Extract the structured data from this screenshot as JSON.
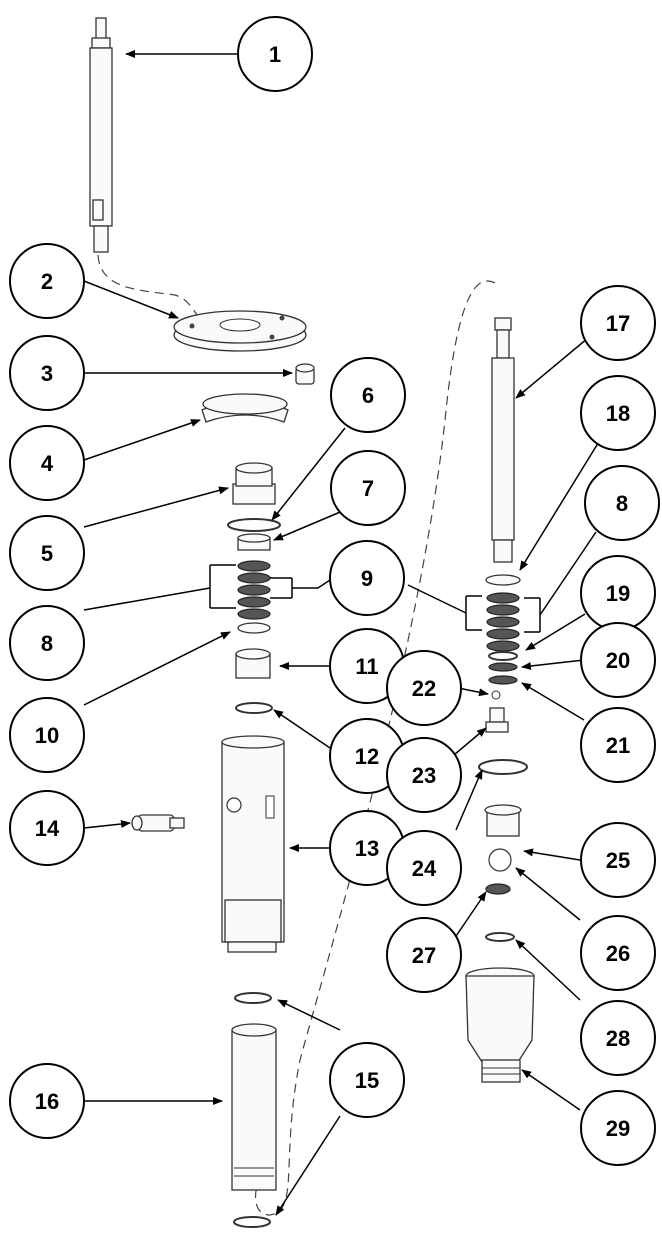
{
  "callouts": [
    {
      "id": "c1",
      "label": "1"
    },
    {
      "id": "c2",
      "label": "2"
    },
    {
      "id": "c3",
      "label": "3"
    },
    {
      "id": "c4",
      "label": "4"
    },
    {
      "id": "c5",
      "label": "5"
    },
    {
      "id": "c6",
      "label": "6"
    },
    {
      "id": "c7",
      "label": "7"
    },
    {
      "id": "c8a",
      "label": "8"
    },
    {
      "id": "c9a",
      "label": "9"
    },
    {
      "id": "c10",
      "label": "10"
    },
    {
      "id": "c11",
      "label": "11"
    },
    {
      "id": "c12",
      "label": "12"
    },
    {
      "id": "c13",
      "label": "13"
    },
    {
      "id": "c14",
      "label": "14"
    },
    {
      "id": "c15a",
      "label": "15"
    },
    {
      "id": "c15b",
      "label": "15"
    },
    {
      "id": "c16",
      "label": "16"
    },
    {
      "id": "c17",
      "label": "17"
    },
    {
      "id": "c18",
      "label": "18"
    },
    {
      "id": "c8b",
      "label": "8"
    },
    {
      "id": "c9b",
      "label": "9"
    },
    {
      "id": "c19",
      "label": "19"
    },
    {
      "id": "c20",
      "label": "20"
    },
    {
      "id": "c21",
      "label": "21"
    },
    {
      "id": "c22",
      "label": "22"
    },
    {
      "id": "c23",
      "label": "23"
    },
    {
      "id": "c24",
      "label": "24"
    },
    {
      "id": "c25",
      "label": "25"
    },
    {
      "id": "c26",
      "label": "26"
    },
    {
      "id": "c27",
      "label": "27"
    },
    {
      "id": "c28",
      "label": "28"
    },
    {
      "id": "c29",
      "label": "29"
    }
  ]
}
